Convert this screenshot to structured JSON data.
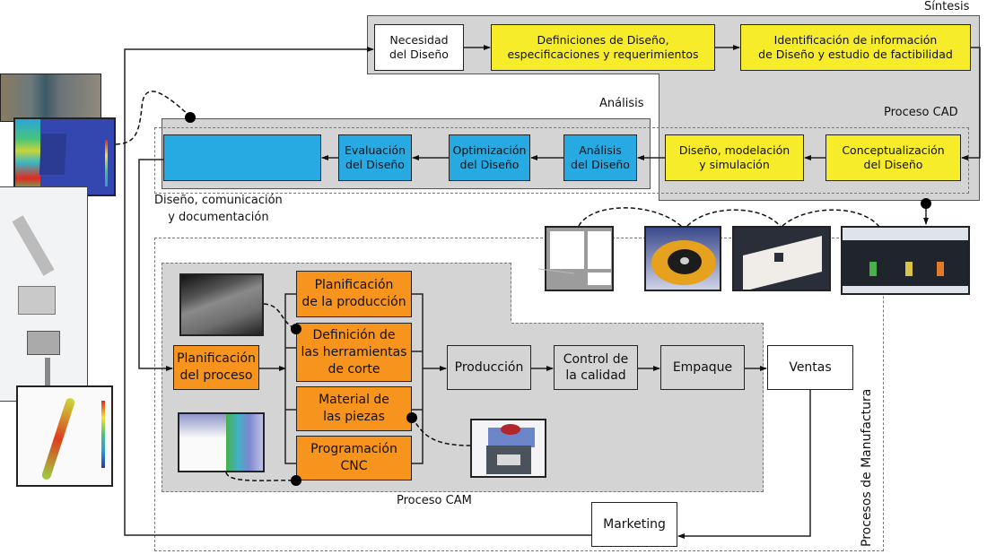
{
  "regions": {
    "sintesis": "Síntesis",
    "analisis": "Análisis",
    "proceso_cad": "Proceso CAD",
    "documentacion": "Diseño, comunicación\ny documentación",
    "proceso_cam": "Proceso CAM",
    "procesos_manufactura": "Procesos de Manufactura"
  },
  "sintesis_boxes": [
    {
      "label": "Necesidad\ndel Diseño",
      "color": "white"
    },
    {
      "label": "Definiciones de Diseño,\nespecificaciones y requerimientos",
      "color": "yellow"
    },
    {
      "label": "Identificación de información\nde Diseño y estudio de factibilidad",
      "color": "yellow"
    }
  ],
  "cad_boxes": [
    {
      "label": "Conceptualización\ndel Diseño",
      "color": "yellow"
    },
    {
      "label": "Diseño, modelación\ny simulación",
      "color": "yellow"
    }
  ],
  "analisis_boxes": [
    {
      "label": "Análisis\ndel Diseño",
      "color": "blue"
    },
    {
      "label": "Optimización\ndel Diseño",
      "color": "blue"
    },
    {
      "label": "Evaluación\ndel Diseño",
      "color": "blue"
    },
    {
      "label": "",
      "color": "blue"
    }
  ],
  "cam_boxes": {
    "planificacion_proceso": "Planificación\ndel proceso",
    "planificacion_produccion": "Planificación\nde la producción",
    "definicion_herramientas": "Definición de\nlas herramientas\nde corte",
    "material_piezas": "Material de\nlas piezas",
    "programacion_cnc": "Programación\nCNC"
  },
  "manufactura_boxes": {
    "produccion": "Producción",
    "control_calidad": "Control de\nla calidad",
    "empaque": "Empaque",
    "ventas": "Ventas",
    "marketing": "Marketing"
  },
  "thumbnails": [
    "welded-part-photo",
    "fea-stress-plot",
    "machine-assembly-drawing",
    "femur-fea-plot",
    "software-dialog-screenshot",
    "brake-disc-model",
    "building-wall-model",
    "cad-drawing-screenshot",
    "sem-tool-micrograph",
    "machining-simulation-plot",
    "fixture-assembly-model"
  ],
  "colors": {
    "yellow": "#f6ec2a",
    "blue": "#27a9e1",
    "orange": "#f7941d",
    "region_gray": "#d4d4d5"
  }
}
